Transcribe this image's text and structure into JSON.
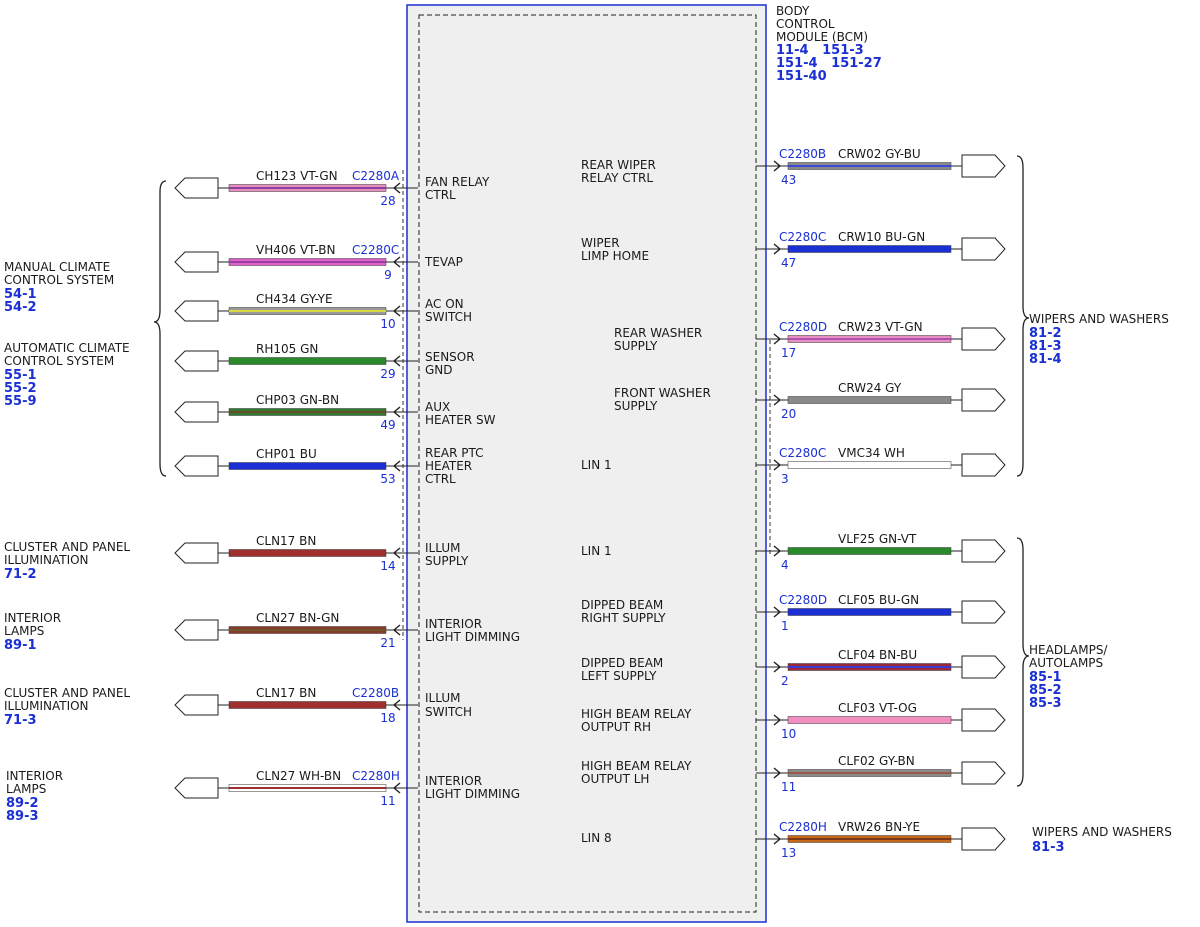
{
  "module": {
    "title": [
      "BODY",
      "CONTROL",
      "MODULE (BCM)"
    ],
    "refs": [
      "11-4   151-3",
      "151-4   151-27",
      "151-40"
    ]
  },
  "left_wires": [
    {
      "pin_label": [
        "FAN RELAY",
        "CTRL"
      ],
      "circuit": "CH123",
      "color_code": "VT-GN",
      "connector": "C2280A",
      "pin": "28",
      "c1": "#e88fc0",
      "c2": "#8a3fa0"
    },
    {
      "pin_label": [
        "TEVAP"
      ],
      "circuit": "VH406",
      "color_code": "VT-BN",
      "connector": "C2280C",
      "pin": "9",
      "c1": "#e060c8",
      "c2": "#9a3fa8"
    },
    {
      "pin_label": [
        "AC ON",
        "SWITCH"
      ],
      "circuit": "CH434",
      "color_code": "GY-YE",
      "connector": "",
      "pin": "10",
      "c1": "#9a9a9a",
      "c2": "#d8d840"
    },
    {
      "pin_label": [
        "SENSOR",
        "GND"
      ],
      "circuit": "RH105",
      "color_code": "GN",
      "connector": "",
      "pin": "29",
      "c1": "#2a8a2a",
      "c2": "#2a8a2a"
    },
    {
      "pin_label": [
        "AUX",
        "HEATER SW"
      ],
      "circuit": "CHP03",
      "color_code": "GN-BN",
      "connector": "",
      "pin": "49",
      "c1": "#2f7a2f",
      "c2": "#6b4a2a"
    },
    {
      "pin_label": [
        "REAR PTC",
        "HEATER",
        "CTRL"
      ],
      "circuit": "CHP01",
      "color_code": "BU",
      "connector": "",
      "pin": "53",
      "c1": "#1a2fd4",
      "c2": "#1a2fd4"
    },
    {
      "pin_label": [
        "ILLUM",
        "SUPPLY"
      ],
      "circuit": "CLN17",
      "color_code": "BN",
      "connector": "",
      "pin": "14",
      "c1": "#a03030",
      "c2": "#a03030"
    },
    {
      "pin_label": [
        "INTERIOR",
        "LIGHT DIMMING"
      ],
      "circuit": "CLN27",
      "color_code": "BN-GN",
      "connector": "",
      "pin": "21",
      "c1": "#8a3a2a",
      "c2": "#6a5a2a"
    },
    {
      "pin_label": [
        "ILLUM",
        "SWITCH"
      ],
      "circuit": "CLN17",
      "color_code": "BN",
      "connector": "C2280B",
      "pin": "18",
      "c1": "#a03030",
      "c2": "#a03030"
    },
    {
      "pin_label": [
        "INTERIOR",
        "LIGHT DIMMING"
      ],
      "circuit": "CLN27",
      "color_code": "WH-BN",
      "connector": "C2280H",
      "pin": "11",
      "c1": "#ffffff",
      "c2": "#a03030"
    }
  ],
  "right_wires": [
    {
      "pin_label": [
        "REAR WIPER",
        "RELAY CTRL"
      ],
      "circuit": "CRW02",
      "color_code": "GY-BU",
      "connector": "C2280B",
      "pin": "43",
      "c1": "#8a8a8a",
      "c2": "#3a4ad4"
    },
    {
      "pin_label": [
        "WIPER",
        "LIMP HOME"
      ],
      "circuit": "CRW10",
      "color_code": "BU-GN",
      "connector": "C2280C",
      "pin": "47",
      "c1": "#1a2fd4",
      "c2": "#1a2fd4"
    },
    {
      "pin_label": [
        "REAR WASHER",
        "SUPPLY"
      ],
      "circuit": "CRW23",
      "color_code": "VT-GN",
      "connector": "C2280D",
      "pin": "17",
      "c1": "#e88fc0",
      "c2": "#b050b0"
    },
    {
      "pin_label": [
        "FRONT WASHER",
        "SUPPLY"
      ],
      "circuit": "CRW24",
      "color_code": "GY",
      "connector": "",
      "pin": "20",
      "c1": "#8a8a8a",
      "c2": "#8a8a8a"
    },
    {
      "pin_label": [
        "LIN 1"
      ],
      "circuit": "VMC34",
      "color_code": "WH",
      "connector": "C2280C",
      "pin": "3",
      "c1": "#ffffff",
      "c2": "#ffffff"
    },
    {
      "pin_label": [
        "LIN 1"
      ],
      "circuit": "VLF25",
      "color_code": "GN-VT",
      "connector": "",
      "pin": "4",
      "c1": "#2a8a2a",
      "c2": "#2a8a2a"
    },
    {
      "pin_label": [
        "DIPPED BEAM",
        "RIGHT SUPPLY"
      ],
      "circuit": "CLF05",
      "color_code": "BU-GN",
      "connector": "C2280D",
      "pin": "1",
      "c1": "#1a2fd4",
      "c2": "#1a2fd4"
    },
    {
      "pin_label": [
        "DIPPED BEAM",
        "LEFT SUPPLY"
      ],
      "circuit": "CLF04",
      "color_code": "BN-BU",
      "connector": "",
      "pin": "2",
      "c1": "#9a2a3a",
      "c2": "#3a3ad4"
    },
    {
      "pin_label": [
        "HIGH BEAM RELAY",
        "OUTPUT RH"
      ],
      "circuit": "CLF03",
      "color_code": "VT-OG",
      "connector": "",
      "pin": "10",
      "c1": "#f090c0",
      "c2": "#f090c0"
    },
    {
      "pin_label": [
        "HIGH BEAM RELAY",
        "OUTPUT LH"
      ],
      "circuit": "CLF02",
      "color_code": "GY-BN",
      "connector": "",
      "pin": "11",
      "c1": "#8a8a8a",
      "c2": "#9a5a4a"
    },
    {
      "pin_label": [
        "LIN 8"
      ],
      "circuit": "VRW26",
      "color_code": "BN-YE",
      "connector": "C2280H",
      "pin": "13",
      "c1": "#c86a1a",
      "c2": "#7a3a1a"
    }
  ],
  "left_groups": [
    {
      "lines": [
        "MANUAL CLIMATE",
        "CONTROL SYSTEM"
      ],
      "refs": [
        "54-1",
        "54-2"
      ]
    },
    {
      "lines": [
        "AUTOMATIC CLIMATE",
        "CONTROL SYSTEM"
      ],
      "refs": [
        "55-1",
        "55-2",
        "55-9"
      ]
    },
    {
      "lines": [
        "CLUSTER AND PANEL",
        "ILLUMINATION"
      ],
      "refs": [
        "71-2"
      ]
    },
    {
      "lines": [
        "INTERIOR",
        "LAMPS"
      ],
      "refs": [
        "89-1"
      ]
    },
    {
      "lines": [
        "CLUSTER AND PANEL",
        "ILLUMINATION"
      ],
      "refs": [
        "71-3"
      ]
    },
    {
      "lines": [
        "INTERIOR",
        "LAMPS"
      ],
      "refs": [
        "89-2",
        "89-3"
      ]
    }
  ],
  "right_groups": [
    {
      "lines": [
        "WIPERS AND WASHERS"
      ],
      "refs": [
        "81-2",
        "81-3",
        "81-4"
      ]
    },
    {
      "lines": [
        "HEADLAMPS/",
        "AUTOLAMPS"
      ],
      "refs": [
        "85-1",
        "85-2",
        "85-3"
      ]
    },
    {
      "lines": [
        "WIPERS AND WASHERS"
      ],
      "refs": [
        "81-3"
      ]
    }
  ]
}
